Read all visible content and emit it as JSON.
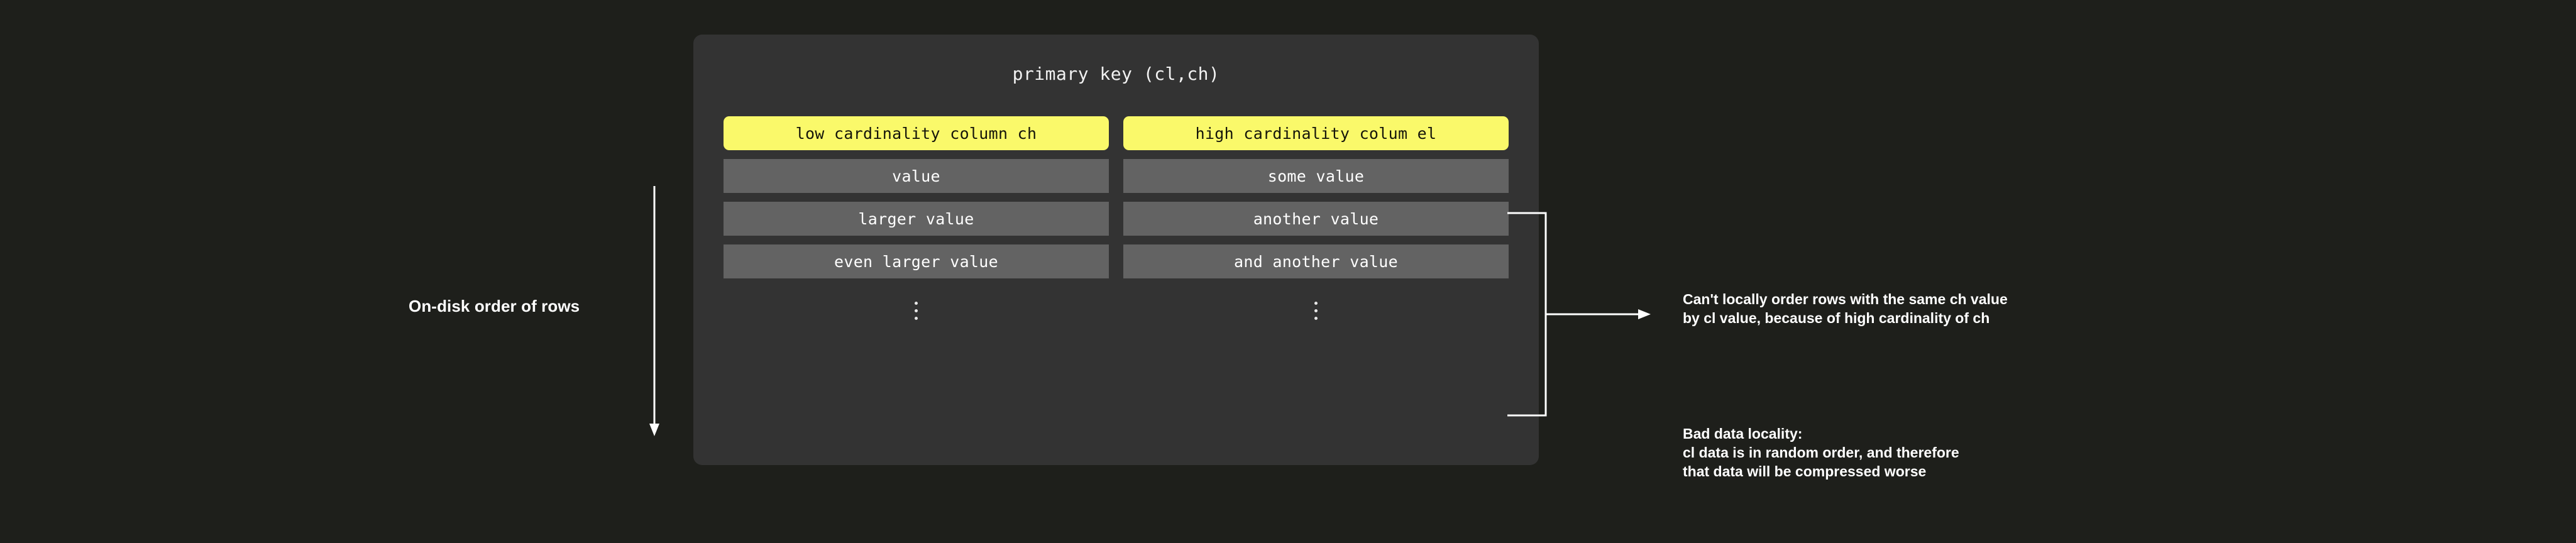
{
  "canvas": {
    "background_color": "#1e1f1b",
    "card_color": "#333333",
    "accent_yellow": "#faf96a",
    "value_row_color": "#636363",
    "text_color": "#ffffff"
  },
  "left_annotation": {
    "label": "On-disk order of rows",
    "arrow_direction": "down"
  },
  "card": {
    "title": "primary key (cl,ch)",
    "columns": [
      {
        "header": "low cardinality column ch",
        "values": [
          "value",
          "larger value",
          "even larger value"
        ],
        "continuation": "vertical-ellipsis"
      },
      {
        "header": "high cardinality colum el",
        "values": [
          "some value",
          "another value",
          "and another value"
        ],
        "continuation": "vertical-ellipsis"
      }
    ]
  },
  "right_annotations": {
    "top_note": "Can't locally order rows with the same ch value\nby cl value, because of high cardinality of ch",
    "bottom_note": "Bad data locality:\ncl data is in random order, and therefore\nthat data will be compressed worse"
  }
}
